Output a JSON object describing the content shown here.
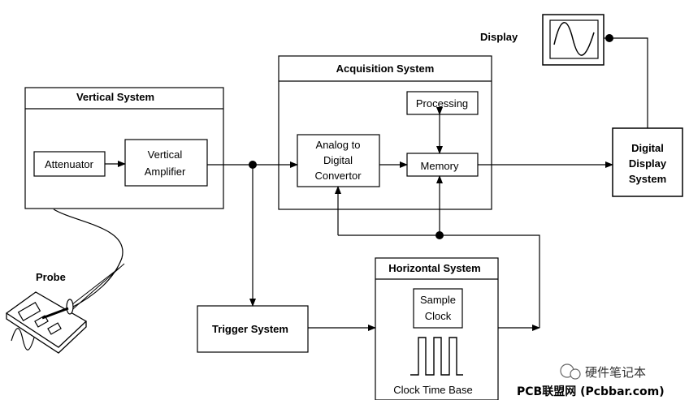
{
  "labels": {
    "display": "Display",
    "acquisition_system": "Acquisition System",
    "processing": "Processing",
    "vertical_system": "Vertical System",
    "attenuator": "Attenuator",
    "vertical_amplifier_line1": "Vertical",
    "vertical_amplifier_line2": "Amplifier",
    "adc_line1": "Analog to",
    "adc_line2": "Digital",
    "adc_line3": "Convertor",
    "memory": "Memory",
    "digital_display_line1": "Digital",
    "digital_display_line2": "Display",
    "digital_display_line3": "System",
    "probe": "Probe",
    "horizontal_system": "Horizontal System",
    "sample_clock_line1": "Sample",
    "sample_clock_line2": "Clock",
    "trigger_system": "Trigger System",
    "clock_time_base": "Clock Time Base"
  },
  "watermark": {
    "line1": "硬件笔记本",
    "line2": "PCB联盟网 (Pcbbar.com)"
  }
}
